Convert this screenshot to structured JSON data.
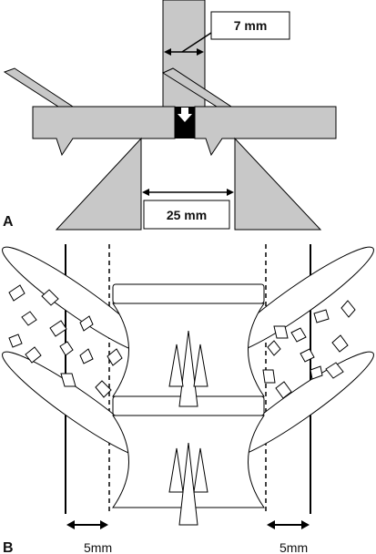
{
  "panel_a": {
    "letter": "A",
    "width_label": "7 mm",
    "gap_label": "25 mm"
  },
  "panel_b": {
    "letter": "B",
    "left_offset_label": "5mm",
    "right_offset_label": "5mm"
  },
  "colors": {
    "body_fill": "#c8c8c8",
    "stroke": "#000000",
    "background": "#ffffff"
  }
}
